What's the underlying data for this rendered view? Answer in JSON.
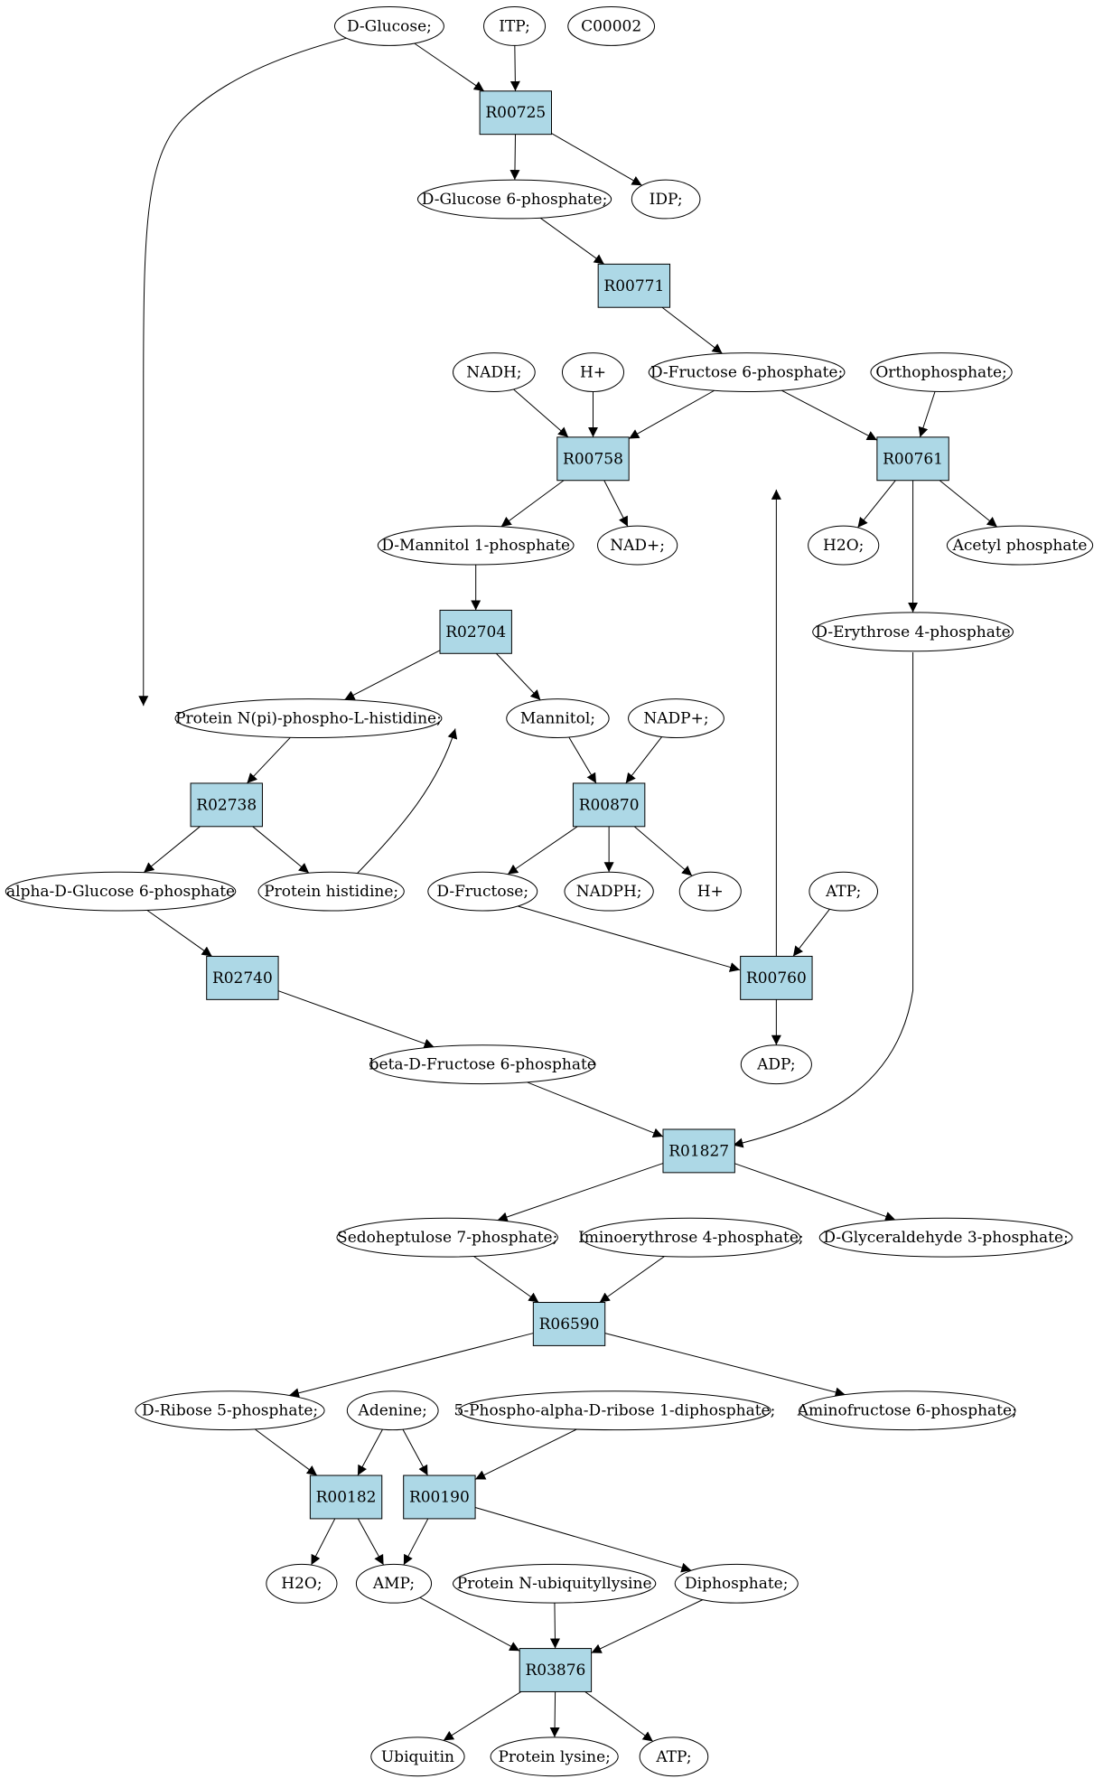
{
  "colors": {
    "reaction_fill": "#add8e6",
    "compound_fill": "#ffffff",
    "start_fill": "#00ee00",
    "highlight_fill": "#ffff00",
    "stroke": "#000000"
  },
  "nodes": {
    "glucose": {
      "label": "D-Glucose;",
      "kind": "compound",
      "fill": "start"
    },
    "itp": {
      "label": "ITP;",
      "kind": "compound"
    },
    "c00002": {
      "label": "C00002",
      "kind": "compound",
      "fill": "highlight"
    },
    "r00725": {
      "label": "R00725",
      "kind": "reaction"
    },
    "g6p": {
      "label": "D-Glucose 6-phosphate;",
      "kind": "compound"
    },
    "idp": {
      "label": "IDP;",
      "kind": "compound"
    },
    "r00771": {
      "label": "R00771",
      "kind": "reaction"
    },
    "nadh": {
      "label": "NADH;",
      "kind": "compound"
    },
    "hplus1": {
      "label": "H+",
      "kind": "compound"
    },
    "f6p": {
      "label": "D-Fructose 6-phosphate;",
      "kind": "compound"
    },
    "orthophosphate": {
      "label": "Orthophosphate;",
      "kind": "compound"
    },
    "r00758": {
      "label": "R00758",
      "kind": "reaction"
    },
    "r00761": {
      "label": "R00761",
      "kind": "reaction"
    },
    "mannitol1p": {
      "label": "D-Mannitol 1-phosphate",
      "kind": "compound"
    },
    "nadplus": {
      "label": "NAD+;",
      "kind": "compound"
    },
    "h2o1": {
      "label": "H2O;",
      "kind": "compound"
    },
    "acetylp": {
      "label": "Acetyl phosphate",
      "kind": "compound"
    },
    "r02704": {
      "label": "R02704",
      "kind": "reaction"
    },
    "e4p": {
      "label": "D-Erythrose 4-phosphate",
      "kind": "compound"
    },
    "protnpi": {
      "label": "Protein N(pi)-phospho-L-histidine;",
      "kind": "compound"
    },
    "mannitol": {
      "label": "Mannitol;",
      "kind": "compound"
    },
    "nadpplus": {
      "label": "NADP+;",
      "kind": "compound"
    },
    "r02738": {
      "label": "R02738",
      "kind": "reaction"
    },
    "r00870": {
      "label": "R00870",
      "kind": "reaction"
    },
    "ag6p": {
      "label": "alpha-D-Glucose 6-phosphate",
      "kind": "compound"
    },
    "prothis": {
      "label": "Protein histidine;",
      "kind": "compound"
    },
    "fructose": {
      "label": "D-Fructose;",
      "kind": "compound"
    },
    "nadph": {
      "label": "NADPH;",
      "kind": "compound"
    },
    "hplus2": {
      "label": "H+",
      "kind": "compound"
    },
    "atp1": {
      "label": "ATP;",
      "kind": "compound"
    },
    "r02740": {
      "label": "R02740",
      "kind": "reaction"
    },
    "r00760": {
      "label": "R00760",
      "kind": "reaction"
    },
    "bf6p": {
      "label": "beta-D-Fructose 6-phosphate",
      "kind": "compound"
    },
    "adp": {
      "label": "ADP;",
      "kind": "compound"
    },
    "r01827": {
      "label": "R01827",
      "kind": "reaction"
    },
    "s7p": {
      "label": "Sedoheptulose 7-phosphate;",
      "kind": "compound"
    },
    "imino4p": {
      "label": "Iminoerythrose 4-phosphate;",
      "kind": "compound"
    },
    "g3p": {
      "label": "D-Glyceraldehyde 3-phosphate;",
      "kind": "compound"
    },
    "r06590": {
      "label": "R06590",
      "kind": "reaction"
    },
    "r5p": {
      "label": "D-Ribose 5-phosphate;",
      "kind": "compound"
    },
    "adenine": {
      "label": "Adenine;",
      "kind": "compound"
    },
    "prpp": {
      "label": "5-Phospho-alpha-D-ribose 1-diphosphate;",
      "kind": "compound"
    },
    "aminof6p": {
      "label": "Aminofructose 6-phosphate;",
      "kind": "compound"
    },
    "r00182": {
      "label": "R00182",
      "kind": "reaction"
    },
    "r00190": {
      "label": "R00190",
      "kind": "reaction"
    },
    "h2o2": {
      "label": "H2O;",
      "kind": "compound"
    },
    "amp": {
      "label": "AMP;",
      "kind": "compound"
    },
    "protubi": {
      "label": "Protein N-ubiquityllysine",
      "kind": "compound"
    },
    "diphosphate": {
      "label": "Diphosphate;",
      "kind": "compound"
    },
    "r03876": {
      "label": "R03876",
      "kind": "reaction"
    },
    "ubiquitin": {
      "label": "Ubiquitin",
      "kind": "compound"
    },
    "protlys": {
      "label": "Protein lysine;",
      "kind": "compound"
    },
    "atp2": {
      "label": "ATP;",
      "kind": "compound"
    }
  },
  "edges": [
    [
      "glucose",
      "r00725"
    ],
    [
      "itp",
      "r00725"
    ],
    [
      "glucose",
      "r02738"
    ],
    [
      "r00725",
      "g6p"
    ],
    [
      "r00725",
      "idp"
    ],
    [
      "g6p",
      "r00771"
    ],
    [
      "r00771",
      "f6p"
    ],
    [
      "nadh",
      "r00758"
    ],
    [
      "hplus1",
      "r00758"
    ],
    [
      "f6p",
      "r00758"
    ],
    [
      "f6p",
      "r00761"
    ],
    [
      "orthophosphate",
      "r00761"
    ],
    [
      "r00758",
      "mannitol1p"
    ],
    [
      "r00758",
      "nadplus"
    ],
    [
      "r00761",
      "h2o1"
    ],
    [
      "r00761",
      "acetylp"
    ],
    [
      "r00761",
      "e4p"
    ],
    [
      "mannitol1p",
      "r02704"
    ],
    [
      "r02704",
      "protnpi"
    ],
    [
      "r02704",
      "mannitol"
    ],
    [
      "prothis",
      "r02704"
    ],
    [
      "protnpi",
      "r02738"
    ],
    [
      "mannitol",
      "r00870"
    ],
    [
      "nadpplus",
      "r00870"
    ],
    [
      "r02738",
      "ag6p"
    ],
    [
      "r02738",
      "prothis"
    ],
    [
      "r00870",
      "fructose"
    ],
    [
      "r00870",
      "nadph"
    ],
    [
      "r00870",
      "hplus2"
    ],
    [
      "fructose",
      "r00760"
    ],
    [
      "atp1",
      "r00760"
    ],
    [
      "r00760",
      "f6p"
    ],
    [
      "r00760",
      "adp"
    ],
    [
      "ag6p",
      "r02740"
    ],
    [
      "r02740",
      "bf6p"
    ],
    [
      "bf6p",
      "r01827"
    ],
    [
      "e4p",
      "r01827"
    ],
    [
      "r01827",
      "s7p"
    ],
    [
      "r01827",
      "g3p"
    ],
    [
      "s7p",
      "r06590"
    ],
    [
      "imino4p",
      "r06590"
    ],
    [
      "r06590",
      "r5p"
    ],
    [
      "r06590",
      "aminof6p"
    ],
    [
      "r5p",
      "r00182"
    ],
    [
      "adenine",
      "r00182"
    ],
    [
      "adenine",
      "r00190"
    ],
    [
      "prpp",
      "r00190"
    ],
    [
      "r00182",
      "h2o2"
    ],
    [
      "r00182",
      "amp"
    ],
    [
      "r00190",
      "amp"
    ],
    [
      "r00190",
      "diphosphate"
    ],
    [
      "amp",
      "r03876"
    ],
    [
      "protubi",
      "r03876"
    ],
    [
      "diphosphate",
      "r03876"
    ],
    [
      "r03876",
      "ubiquitin"
    ],
    [
      "r03876",
      "protlys"
    ],
    [
      "r03876",
      "atp2"
    ]
  ]
}
